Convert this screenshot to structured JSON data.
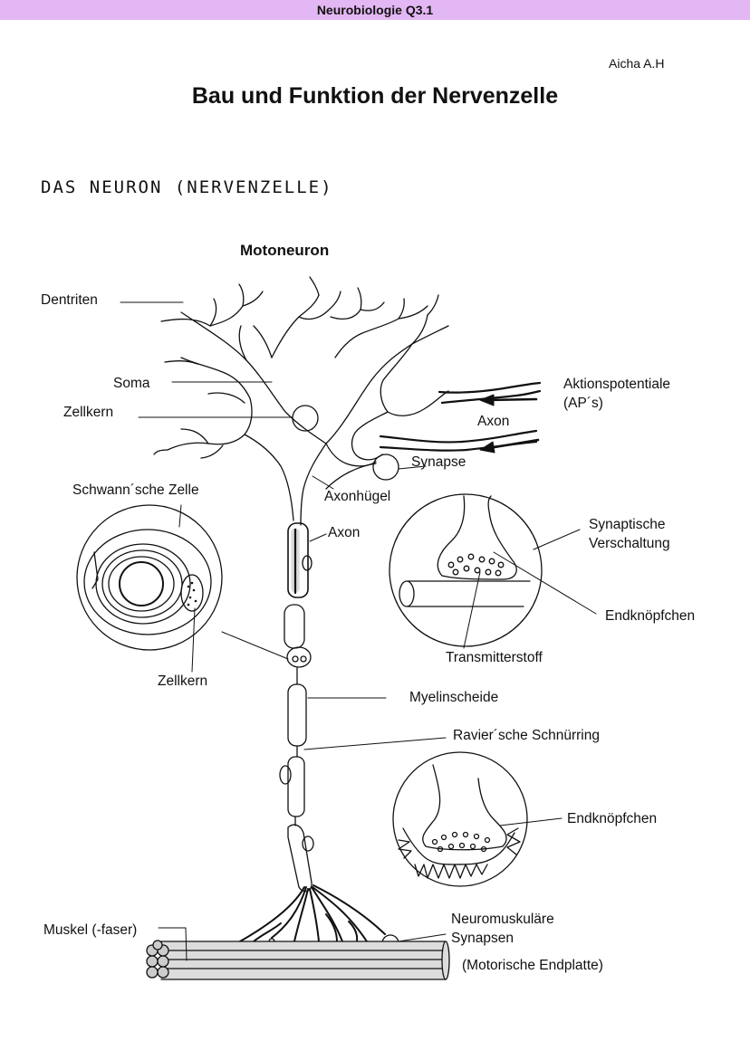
{
  "header": {
    "course": "Neurobiologie Q3.1"
  },
  "author": "Aicha A.H",
  "title": "Bau und Funktion der Nervenzelle",
  "section_heading": "DAS NEURON (NERVENZELLE)",
  "diagram_title": "Motoneuron",
  "labels": {
    "dentriten": "Dentriten",
    "soma": "Soma",
    "zellkern": "Zellkern",
    "schwann": "Schwann´sche Zelle",
    "zellkern2": "Zellkern",
    "axonhuegel": "Axonhügel",
    "axon": "Axon",
    "axon_top": "Axon",
    "synapse": "Synapse",
    "ap1": "Aktionspotentiale",
    "ap2": "(AP´s)",
    "synverschaltung1": "Synaptische",
    "synverschaltung2": "Verschaltung",
    "endknoepfchen1": "Endknöpfchen",
    "transmitter": "Transmitterstoff",
    "myelin": "Myelinscheide",
    "ranvier": "Ravier´sche Schnürring",
    "endknoepfchen2": "Endknöpfchen",
    "nm1": "Neuromuskuläre",
    "nm2": "Synapsen",
    "endplatte": "(Motorische Endplatte)",
    "muskel": "Muskel (-faser)"
  }
}
